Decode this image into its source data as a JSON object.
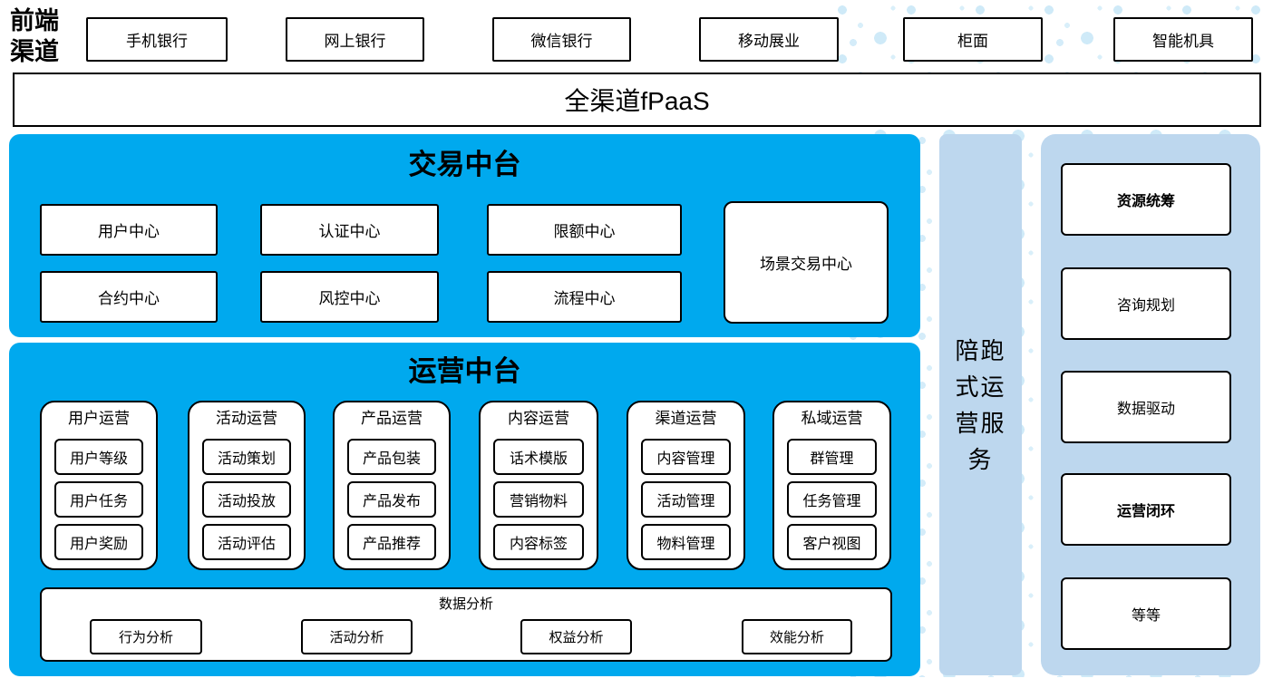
{
  "front_channels": {
    "label": "前端渠道",
    "items": [
      "手机银行",
      "网上银行",
      "微信银行",
      "移动展业",
      "柜面",
      "智能机具"
    ]
  },
  "fpaas": {
    "label": "全渠道fPaaS"
  },
  "trade_platform": {
    "title": "交易中台",
    "centers": [
      "用户中心",
      "认证中心",
      "限额中心",
      "合约中心",
      "风控中心",
      "流程中心"
    ],
    "scene_center": "场景交易中心"
  },
  "operation_platform": {
    "title": "运营中台",
    "columns": [
      {
        "title": "用户运营",
        "items": [
          "用户等级",
          "用户任务",
          "用户奖励"
        ]
      },
      {
        "title": "活动运营",
        "items": [
          "活动策划",
          "活动投放",
          "活动评估"
        ]
      },
      {
        "title": "产品运营",
        "items": [
          "产品包装",
          "产品发布",
          "产品推荐"
        ]
      },
      {
        "title": "内容运营",
        "items": [
          "话术模版",
          "营销物料",
          "内容标签"
        ]
      },
      {
        "title": "渠道运营",
        "items": [
          "内容管理",
          "活动管理",
          "物料管理"
        ]
      },
      {
        "title": "私域运营",
        "items": [
          "群管理",
          "任务管理",
          "客户视图"
        ]
      }
    ],
    "data_analysis": {
      "title": "数据分析",
      "items": [
        "行为分析",
        "活动分析",
        "权益分析",
        "效能分析"
      ]
    }
  },
  "companion_bar": {
    "label": "陪跑式运营服务"
  },
  "right_panel": {
    "items": [
      {
        "label": "资源统筹",
        "bold": true
      },
      {
        "label": "咨询规划",
        "bold": false
      },
      {
        "label": "数据驱动",
        "bold": false
      },
      {
        "label": "运营闭环",
        "bold": true
      },
      {
        "label": "等等",
        "bold": false
      }
    ]
  },
  "colors": {
    "accent_blue": "#00A9EE",
    "panel_light_blue": "#BDD7EE",
    "dot_color": "#CFEAF8"
  }
}
